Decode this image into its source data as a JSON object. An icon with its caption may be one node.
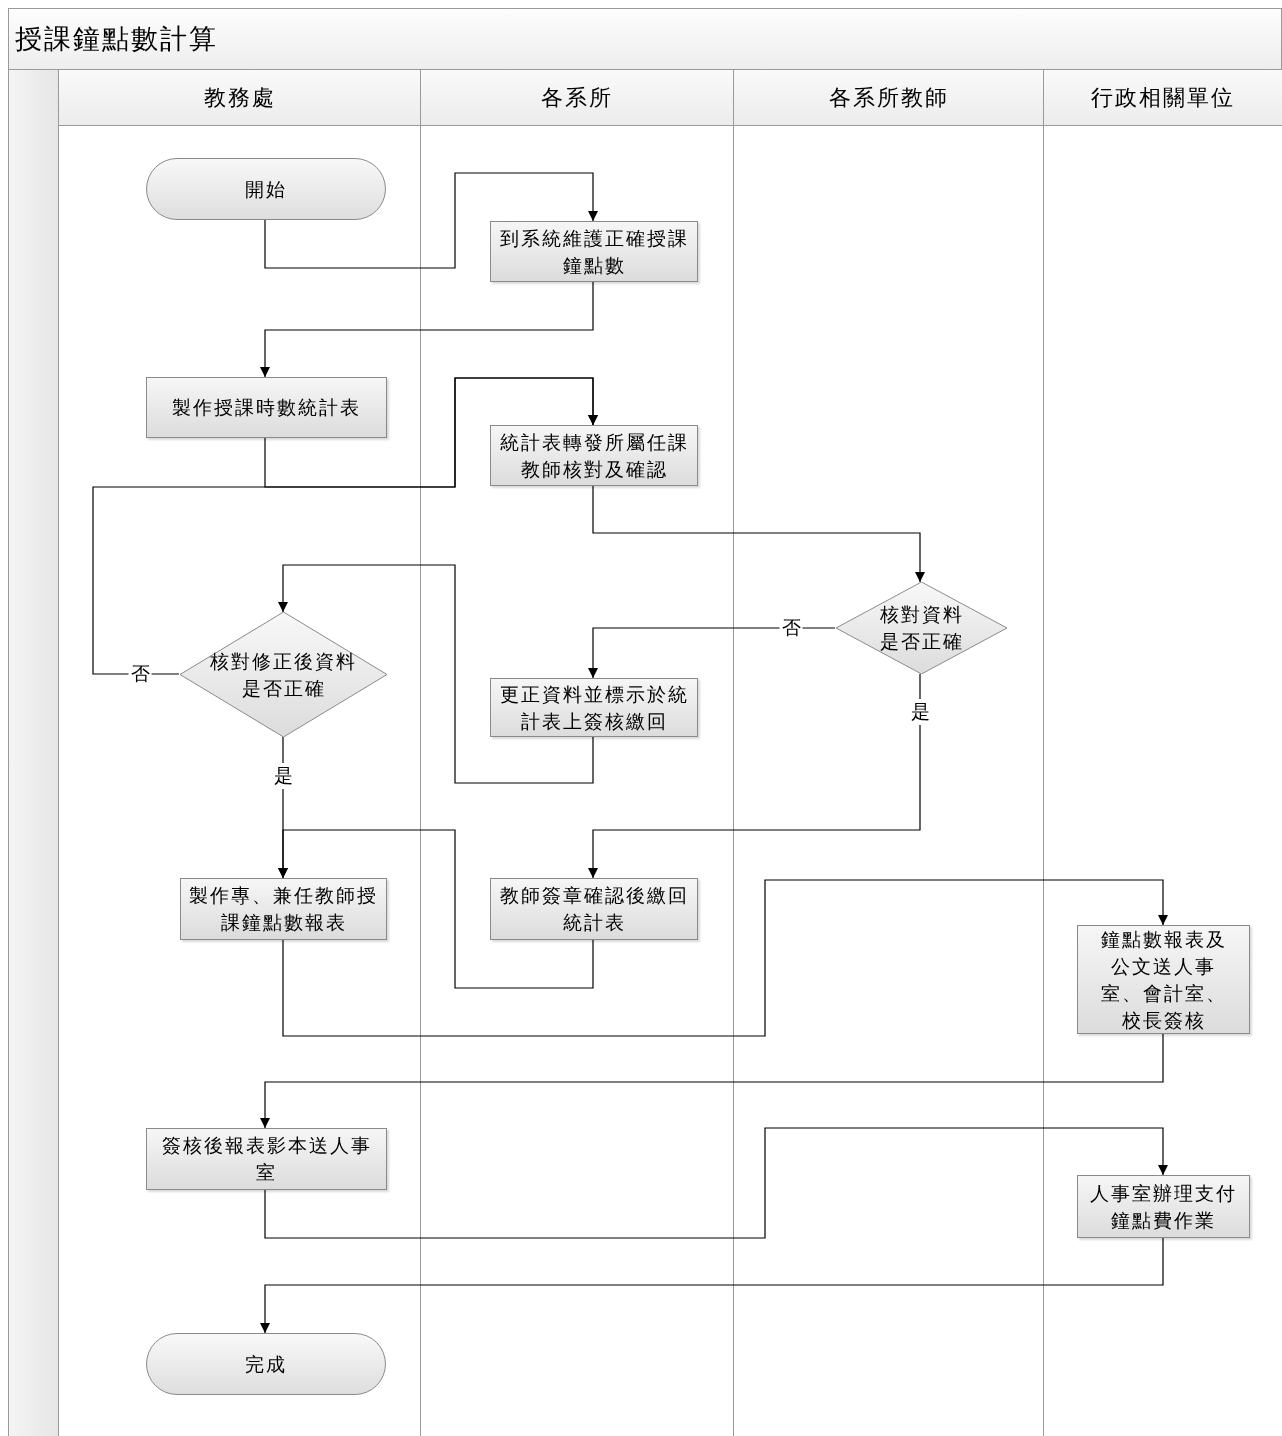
{
  "diagram": {
    "title": "授課鐘點數計算",
    "nodes": [
      {
        "text": [
          "教務處"
        ]
      },
      {
        "text": [
          "各系所"
        ]
      },
      {
        "text": [
          "各系所教師"
        ]
      },
      {
        "text": [
          "行政相關單位"
        ]
      },
      {
        "text": [
          "開始"
        ],
        "in": 0
      },
      {
        "text": [
          "到系統維護正確授課鐘點數"
        ],
        "in": 1
      },
      {
        "text": [
          "製作授課時數統計表"
        ],
        "in": 0
      },
      {
        "text": [
          "統計表轉發所屬任課教師核對及確認"
        ],
        "in": 1
      },
      {
        "text": [
          "核對資料是否正確"
        ],
        "in": 2
      },
      {
        "text": [
          "核對修正後資料是否正確"
        ],
        "in": 0
      },
      {
        "text": [
          "更正資料並標示於統計表上簽核繳回"
        ],
        "in": 1
      },
      {
        "text": [
          "製作專、兼任教師授課鐘點數報表"
        ],
        "in": 0
      },
      {
        "text": [
          "教師簽章確認後繳回統計表"
        ],
        "in": 1
      },
      {
        "text": [
          "鐘點數報表及公文送人事室、會計室、校長簽核"
        ],
        "in": 3
      },
      {
        "text": [
          "簽核後報表影本送人事室"
        ],
        "in": 0
      },
      {
        "text": [
          "人事室辦理支付鐘點費作業"
        ],
        "in": 3
      },
      {
        "text": [
          "完成"
        ],
        "in": 0
      }
    ],
    "edges": [
      {
        "from": 4,
        "to": 5,
        "arrow": "to"
      },
      {
        "from": 5,
        "to": 6,
        "arrow": "to"
      },
      {
        "from": 6,
        "to": 7,
        "arrow": "to"
      },
      {
        "from": 7,
        "to": 8,
        "arrow": "to"
      },
      {
        "from": 8,
        "to": 10,
        "label": "否",
        "arrow": "to"
      },
      {
        "from": 10,
        "to": 9,
        "arrow": "to"
      },
      {
        "from": 9,
        "to": 7,
        "label": "否",
        "arrow": "to"
      },
      {
        "from": 8,
        "to": 12,
        "label": "是",
        "arrow": "to"
      },
      {
        "from": 9,
        "to": 11,
        "label": "是",
        "arrow": "to"
      },
      {
        "from": 12,
        "to": 11,
        "arrow": "to"
      },
      {
        "from": 11,
        "to": 13,
        "arrow": "to"
      },
      {
        "from": 13,
        "to": 14,
        "arrow": "to"
      },
      {
        "from": 14,
        "to": 15,
        "arrow": "to"
      },
      {
        "from": 15,
        "to": 16,
        "arrow": "to"
      }
    ]
  }
}
